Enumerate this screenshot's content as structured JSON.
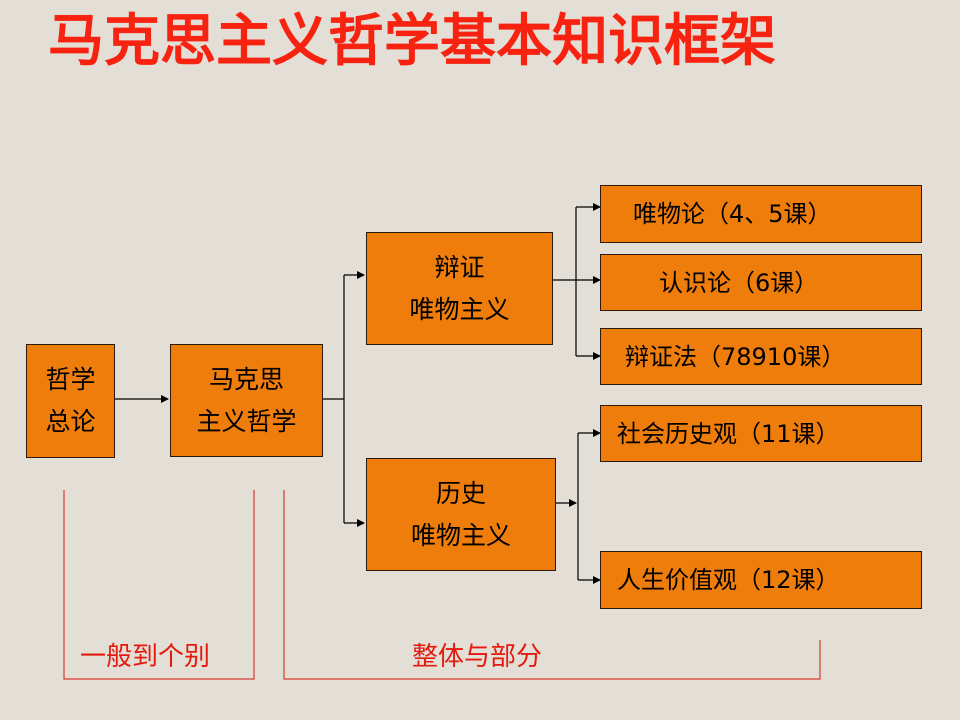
{
  "title": "马克思主义哲学基本知识框架",
  "nodes": {
    "general_theory": [
      "哲学",
      "总论"
    ],
    "marxist_philosophy": [
      "马克思",
      "主义哲学"
    ],
    "dialectical_materialism": [
      "辩证",
      "唯物主义"
    ],
    "historical_materialism": [
      "历史",
      "唯物主义"
    ],
    "materialism": "唯物论（4、5课）",
    "epistemology": "认识论（6课）",
    "dialectics": "辩证法（78910课）",
    "social_history": "社会历史观（11课）",
    "life_values": "人生价值观（12课）"
  },
  "brackets": {
    "general_to_particular": "一般到个别",
    "whole_and_part": "整体与部分"
  },
  "colors": {
    "box_fill": "#ef7d0c",
    "title": "#f7220f",
    "bracket": "#d63a2e",
    "background": "#e4dfd6"
  }
}
